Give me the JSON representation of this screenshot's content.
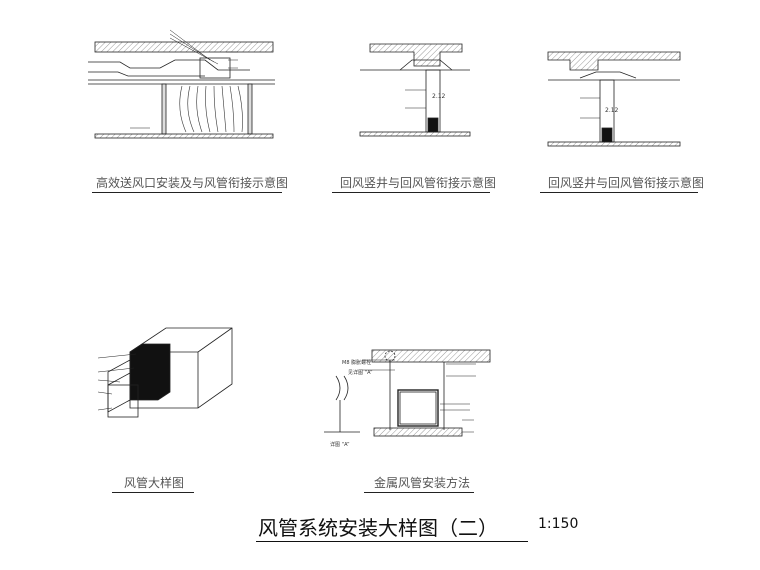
{
  "sheet": {
    "title": "风管系统安装大样图（二）",
    "scale": "1:150"
  },
  "views": [
    {
      "caption": "高效送风口安装及与风管衔接示意图"
    },
    {
      "caption": "回风竖井与回风管衔接示意图",
      "dim_label": "2.12"
    },
    {
      "caption": "回风竖井与回风管衔接示意图",
      "dim_label": "2.12"
    },
    {
      "caption": "风管大样图"
    },
    {
      "caption": "金属风管安装方法",
      "detail_label": "详图 “A”",
      "callout_label": "M8 膨胀螺栓",
      "callout_a": "见详图 “A”"
    }
  ]
}
